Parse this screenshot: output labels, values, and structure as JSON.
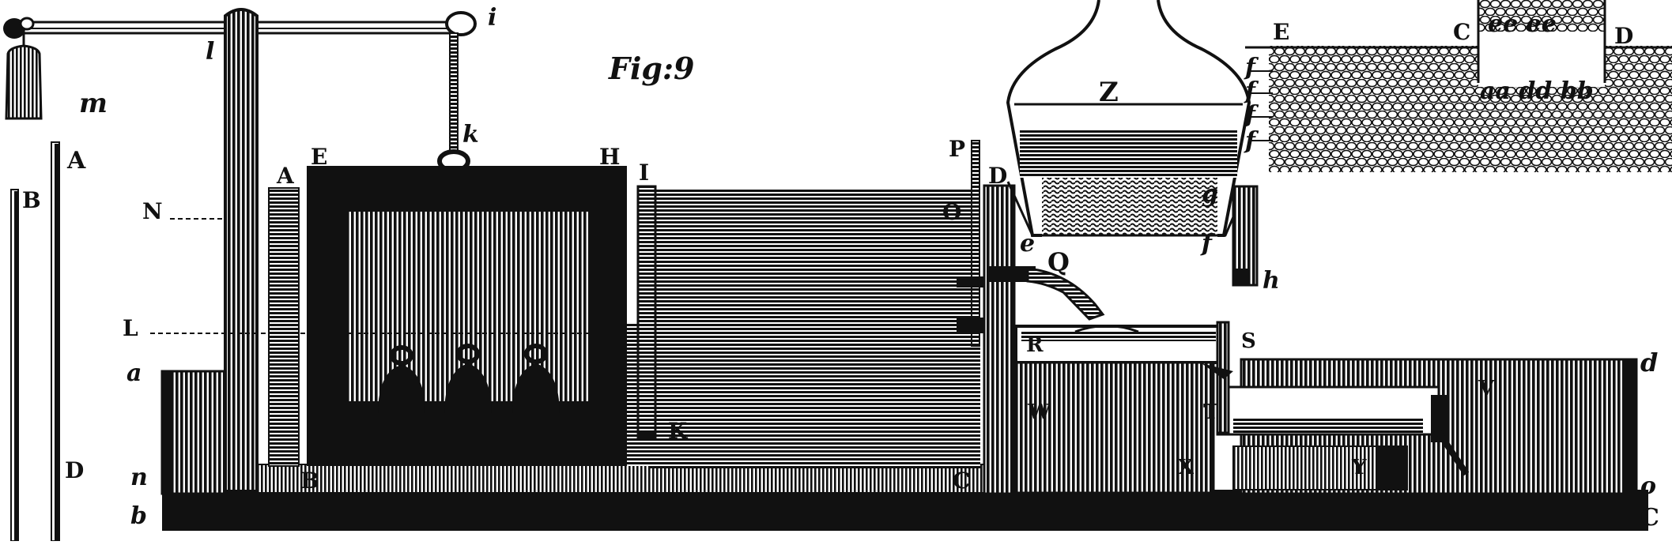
{
  "figure": {
    "title": "Fig:9"
  },
  "labels": {
    "A": "A",
    "B": "B",
    "C": "C",
    "D": "D",
    "E": "E",
    "H": "H",
    "I": "I",
    "K": "K",
    "L": "L",
    "N": "N",
    "O": "O",
    "P": "P",
    "Q": "Q",
    "R": "R",
    "S": "S",
    "T": "T",
    "V": "V",
    "W": "W",
    "X": "X",
    "Y": "Y",
    "Z": "Z",
    "a": "a",
    "b": "b",
    "d": "d",
    "e": "e",
    "f": "f",
    "g": "g",
    "h": "h",
    "i": "i",
    "k": "k",
    "l": "l",
    "m": "m",
    "n": "n",
    "o": "o",
    "ee_ee": "ee ee",
    "aa_dd_bb": "aa dd bb"
  },
  "colors": {
    "ink": "#111111",
    "paper": "#ffffff"
  }
}
